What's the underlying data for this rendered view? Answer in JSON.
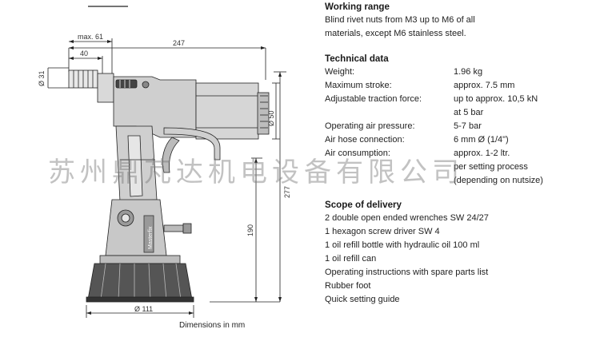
{
  "working_range": {
    "heading": "Working range",
    "lines": [
      "Blind rivet nuts from M3 up to M6 of all",
      "materials, except M6 stainless steel."
    ]
  },
  "technical_data": {
    "heading": "Technical data",
    "rows": [
      {
        "label": "Weight:",
        "value": "1.96 kg"
      },
      {
        "label": "Maximum stroke:",
        "value": "approx. 7.5 mm"
      },
      {
        "label": "Adjustable traction force:",
        "value": "up to approx. 10,5 kN"
      },
      {
        "label": "",
        "value": "at 5 bar"
      },
      {
        "label": "Operating air pressure:",
        "value": "5-7 bar"
      },
      {
        "label": "Air hose connection:",
        "value": "6 mm Ø (1/4\")"
      },
      {
        "label": "Air consumption:",
        "value": "approx. 1-2 ltr."
      },
      {
        "label": "",
        "value": "per setting process"
      },
      {
        "label": "",
        "value": "(depending on nutsize)"
      }
    ]
  },
  "scope_of_delivery": {
    "heading": "Scope of delivery",
    "items": [
      "2 double open ended wrenches SW 24/27",
      "1 hexagon screw driver SW 4",
      "1 oil refill bottle with hydraulic oil 100 ml",
      "1 oil refill can",
      "Operating instructions with spare parts list",
      "Rubber foot",
      "Quick setting guide"
    ]
  },
  "drawing": {
    "caption": "Dimensions in mm",
    "dims": {
      "max61": "max. 61",
      "d40": "40",
      "d247": "247",
      "d31": "Ø 31",
      "d50": "Ø 50",
      "d277": "277",
      "d190": "190",
      "d111": "Ø 111"
    },
    "brand": "Masterfix"
  },
  "watermark": "苏州鼎芃达机电设备有限公司"
}
